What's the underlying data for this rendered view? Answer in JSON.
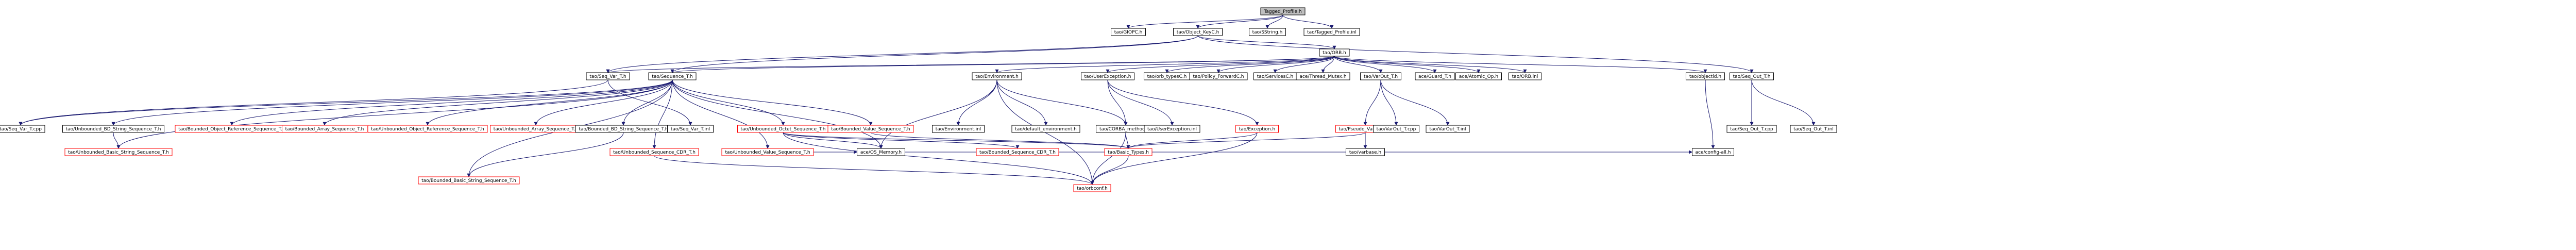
{
  "graph": {
    "root": "Tagged_Profile.h",
    "nodes": [
      {
        "id": "n0",
        "label": "Tagged_Profile.h",
        "root": true,
        "missing": false
      },
      {
        "id": "n1",
        "label": "tao/GIOPC.h",
        "missing": false
      },
      {
        "id": "n2",
        "label": "tao/Object_KeyC.h",
        "missing": false
      },
      {
        "id": "n3",
        "label": "tao/SString.h",
        "missing": false
      },
      {
        "id": "n4",
        "label": "tao/Tagged_Profile.inl",
        "missing": false
      },
      {
        "id": "n5",
        "label": "tao/ORB.h",
        "missing": false
      },
      {
        "id": "n6",
        "label": "tao/Seq_Var_T.h",
        "missing": false
      },
      {
        "id": "n7",
        "label": "tao/Sequence_T.h",
        "missing": false
      },
      {
        "id": "n8",
        "label": "tao/Seq_Out_T.h",
        "missing": false
      },
      {
        "id": "n9",
        "label": "tao/Environment.h",
        "missing": false
      },
      {
        "id": "n10",
        "label": "tao/UserException.h",
        "missing": false
      },
      {
        "id": "n11",
        "label": "tao/orb_typesC.h",
        "missing": false
      },
      {
        "id": "n12",
        "label": "tao/Policy_ForwardC.h",
        "missing": false
      },
      {
        "id": "n13",
        "label": "tao/ServicesC.h",
        "missing": false
      },
      {
        "id": "n14",
        "label": "ace/Thread_Mutex.h",
        "missing": false
      },
      {
        "id": "n15",
        "label": "tao/VarOut_T.h",
        "missing": false
      },
      {
        "id": "n16",
        "label": "ace/Guard_T.h",
        "missing": false
      },
      {
        "id": "n17",
        "label": "ace/Atomic_Op.h",
        "missing": false
      },
      {
        "id": "n18",
        "label": "tao/ORB.inl",
        "missing": false
      },
      {
        "id": "n19",
        "label": "tao/objectid.h",
        "missing": false
      },
      {
        "id": "n20",
        "label": "tao/Seq_Var_T.cpp",
        "missing": false
      },
      {
        "id": "n21",
        "label": "tao/Unbounded_BD_String_Sequence_T.h",
        "missing": false
      },
      {
        "id": "n22",
        "label": "tao/Bounded_Object_Reference_Sequence_T.h",
        "missing": true
      },
      {
        "id": "n23",
        "label": "tao/Bounded_Array_Sequence_T.h",
        "missing": true
      },
      {
        "id": "n24",
        "label": "tao/Unbounded_Object_Reference_Sequence_T.h",
        "missing": true
      },
      {
        "id": "n25",
        "label": "tao/Unbounded_Array_Sequence_T.h",
        "missing": true
      },
      {
        "id": "n26",
        "label": "tao/Bounded_BD_String_Sequence_T.h",
        "missing": false
      },
      {
        "id": "n27",
        "label": "tao/Seq_Var_T.inl",
        "missing": false
      },
      {
        "id": "n28",
        "label": "tao/Unbounded_Octet_Sequence_T.h",
        "missing": true
      },
      {
        "id": "n29",
        "label": "tao/Bounded_Value_Sequence_T.h",
        "missing": true
      },
      {
        "id": "n30",
        "label": "tao/Environment.inl",
        "missing": false
      },
      {
        "id": "n31",
        "label": "tao/default_environment.h",
        "missing": false
      },
      {
        "id": "n32",
        "label": "tao/CORBA_methods.h",
        "missing": false
      },
      {
        "id": "n33",
        "label": "tao/UserException.inl",
        "missing": false
      },
      {
        "id": "n34",
        "label": "tao/Exception.h",
        "missing": true
      },
      {
        "id": "n35",
        "label": "tao/Pseudo_VarOut_T.h",
        "missing": true
      },
      {
        "id": "n36",
        "label": "tao/VarOut_T.cpp",
        "missing": false
      },
      {
        "id": "n37",
        "label": "tao/VarOut_T.inl",
        "missing": false
      },
      {
        "id": "n38",
        "label": "ace/config-all.h",
        "missing": false
      },
      {
        "id": "n39",
        "label": "tao/Seq_Out_T.cpp",
        "missing": false
      },
      {
        "id": "n40",
        "label": "tao/Seq_Out_T.inl",
        "missing": false
      },
      {
        "id": "n41",
        "label": "tao/Unbounded_Basic_String_Sequence_T.h",
        "missing": true
      },
      {
        "id": "n42",
        "label": "tao/Bounded_Basic_String_Sequence_T.h",
        "missing": true
      },
      {
        "id": "n43",
        "label": "tao/Unbounded_Sequence_CDR_T.h",
        "missing": true
      },
      {
        "id": "n44",
        "label": "tao/Unbounded_Value_Sequence_T.h",
        "missing": true
      },
      {
        "id": "n45",
        "label": "ace/OS_Memory.h",
        "missing": false
      },
      {
        "id": "n46",
        "label": "tao/Bounded_Sequence_CDR_T.h",
        "missing": true
      },
      {
        "id": "n47",
        "label": "tao/Basic_Types.h",
        "missing": true
      },
      {
        "id": "n48",
        "label": "tao/varbase.h",
        "missing": false
      },
      {
        "id": "n49",
        "label": "tao/orbconf.h",
        "missing": true
      }
    ],
    "edges": [
      [
        "n0",
        "n1"
      ],
      [
        "n0",
        "n2"
      ],
      [
        "n0",
        "n3"
      ],
      [
        "n0",
        "n4"
      ],
      [
        "n2",
        "n5"
      ],
      [
        "n2",
        "n6"
      ],
      [
        "n2",
        "n7"
      ],
      [
        "n2",
        "n8"
      ],
      [
        "n5",
        "n9"
      ],
      [
        "n5",
        "n10"
      ],
      [
        "n5",
        "n11"
      ],
      [
        "n5",
        "n12"
      ],
      [
        "n5",
        "n13"
      ],
      [
        "n5",
        "n14"
      ],
      [
        "n5",
        "n15"
      ],
      [
        "n5",
        "n16"
      ],
      [
        "n5",
        "n17"
      ],
      [
        "n5",
        "n18"
      ],
      [
        "n5",
        "n19"
      ],
      [
        "n5",
        "n7"
      ],
      [
        "n5",
        "n6"
      ],
      [
        "n6",
        "n20"
      ],
      [
        "n6",
        "n27"
      ],
      [
        "n7",
        "n20"
      ],
      [
        "n7",
        "n21"
      ],
      [
        "n7",
        "n22"
      ],
      [
        "n7",
        "n23"
      ],
      [
        "n7",
        "n24"
      ],
      [
        "n7",
        "n25"
      ],
      [
        "n7",
        "n26"
      ],
      [
        "n7",
        "n28"
      ],
      [
        "n7",
        "n29"
      ],
      [
        "n7",
        "n43"
      ],
      [
        "n7",
        "n44"
      ],
      [
        "n7",
        "n42"
      ],
      [
        "n7",
        "n41"
      ],
      [
        "n7",
        "n45"
      ],
      [
        "n21",
        "n41"
      ],
      [
        "n26",
        "n42"
      ],
      [
        "n28",
        "n45"
      ],
      [
        "n28",
        "n46"
      ],
      [
        "n28",
        "n47"
      ],
      [
        "n28",
        "n49"
      ],
      [
        "n29",
        "n47"
      ],
      [
        "n43",
        "n49"
      ],
      [
        "n44",
        "n45"
      ],
      [
        "n9",
        "n30"
      ],
      [
        "n9",
        "n31"
      ],
      [
        "n9",
        "n32"
      ],
      [
        "n9",
        "n45"
      ],
      [
        "n9",
        "n49"
      ],
      [
        "n10",
        "n33"
      ],
      [
        "n10",
        "n34"
      ],
      [
        "n10",
        "n32"
      ],
      [
        "n32",
        "n47"
      ],
      [
        "n32",
        "n49"
      ],
      [
        "n34",
        "n47"
      ],
      [
        "n34",
        "n49"
      ],
      [
        "n15",
        "n36"
      ],
      [
        "n15",
        "n37"
      ],
      [
        "n15",
        "n35"
      ],
      [
        "n35",
        "n48"
      ],
      [
        "n35",
        "n47"
      ],
      [
        "n19",
        "n38"
      ],
      [
        "n8",
        "n39"
      ],
      [
        "n8",
        "n40"
      ],
      [
        "n47",
        "n49"
      ],
      [
        "n45",
        "n38"
      ]
    ]
  }
}
